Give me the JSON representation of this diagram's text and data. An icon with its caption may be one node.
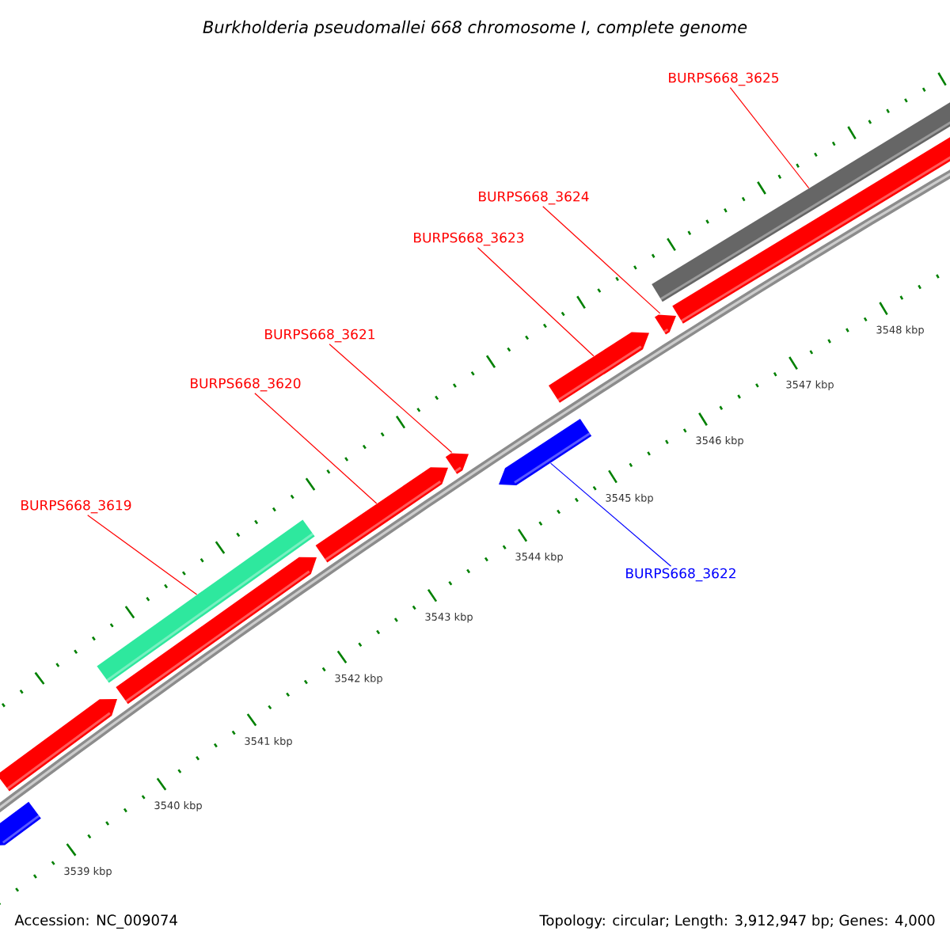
{
  "diagram": {
    "title": "Burkholderia pseudomallei 668 chromosome I, complete genome",
    "nodes": [
      {
        "text": [
          "BURPS668_3619"
        ]
      },
      {
        "text": [
          "BURPS668_3620"
        ]
      },
      {
        "text": [
          "BURPS668_3621"
        ]
      },
      {
        "text": [
          "BURPS668_3622"
        ]
      },
      {
        "text": [
          "BURPS668_3623"
        ]
      },
      {
        "text": [
          "BURPS668_3624"
        ]
      },
      {
        "text": [
          "BURPS668_3625"
        ]
      },
      {
        "text": [],
        "shape": "arrow"
      },
      {
        "text": [],
        "shape": "arrow"
      },
      {
        "text": [],
        "shape": "bar"
      },
      {
        "text": [],
        "shape": "arrow"
      },
      {
        "text": [],
        "shape": "arrow"
      },
      {
        "text": [],
        "shape": "arrow"
      },
      {
        "text": [],
        "shape": "arrow"
      },
      {
        "text": [],
        "shape": "arrow"
      },
      {
        "text": [],
        "shape": "arrow"
      },
      {
        "text": [],
        "shape": "bar"
      },
      {
        "text": [],
        "shape": "arrow"
      }
    ],
    "edges": [
      {
        "from": 0,
        "to": 9,
        "arrow": "none"
      },
      {
        "from": 1,
        "to": 11,
        "arrow": "none"
      },
      {
        "from": 2,
        "to": 12,
        "arrow": "none"
      },
      {
        "from": 3,
        "to": 13,
        "arrow": "none",
        "color": "#0000ff"
      },
      {
        "from": 4,
        "to": 14,
        "arrow": "none"
      },
      {
        "from": 5,
        "to": 15,
        "arrow": "none"
      },
      {
        "from": 6,
        "to": 16,
        "arrow": "none"
      }
    ],
    "labels": [
      "3539 kbp",
      "3540 kbp",
      "3541 kbp",
      "3542 kbp",
      "3543 kbp",
      "3544 kbp",
      "3545 kbp",
      "3546 kbp",
      "3547 kbp",
      "3548 kbp",
      "Accession: NC_009074",
      "Topology: circular; Length: 3,912,947 bp; Genes: 4,000"
    ]
  }
}
